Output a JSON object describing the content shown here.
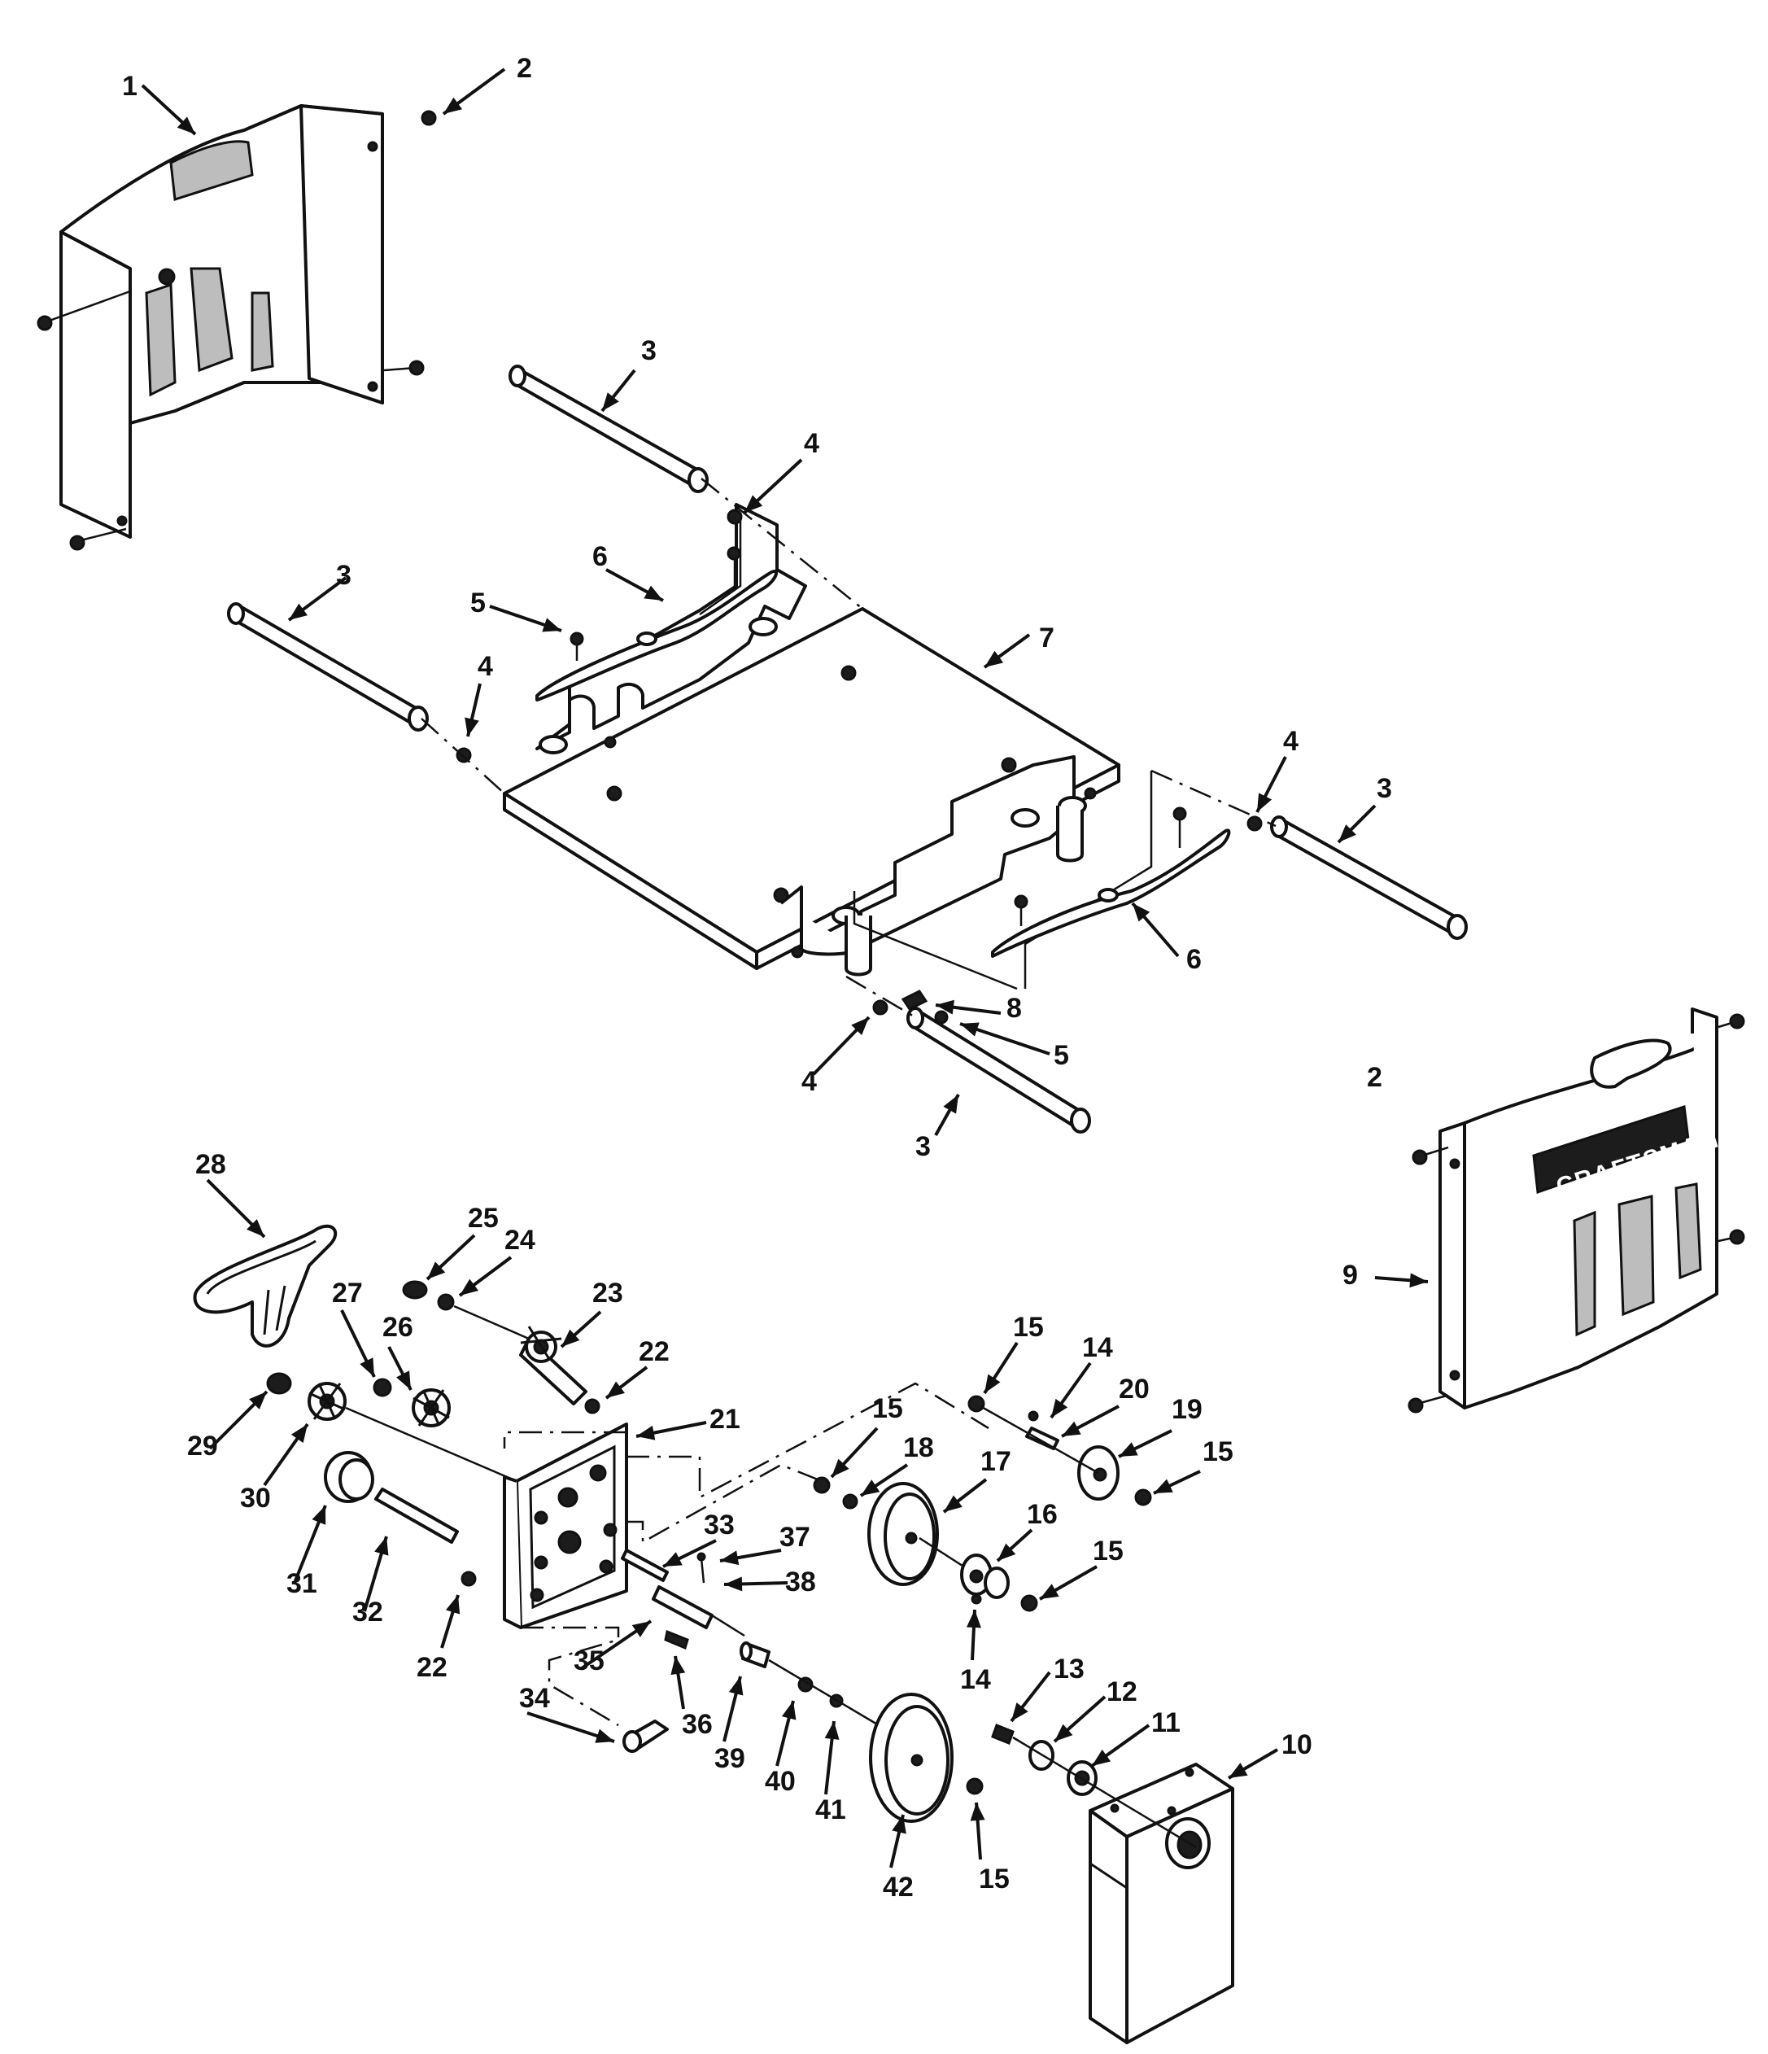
{
  "callouts": {
    "c1": "1",
    "c2a": "2",
    "c2b": "2",
    "c3a": "3",
    "c3b": "3",
    "c3c": "3",
    "c3d": "3",
    "c4a": "4",
    "c4b": "4",
    "c4c": "4",
    "c4d": "4",
    "c5a": "5",
    "c5b": "5",
    "c6a": "6",
    "c6b": "6",
    "c7": "7",
    "c8": "8",
    "c9": "9",
    "c10": "10",
    "c11": "11",
    "c12": "12",
    "c13": "13",
    "c14a": "14",
    "c14b": "14",
    "c15a": "15",
    "c15b": "15",
    "c15c": "15",
    "c15d": "15",
    "c15e": "15",
    "c16": "16",
    "c17": "17",
    "c18": "18",
    "c19": "19",
    "c20": "20",
    "c21": "21",
    "c22a": "22",
    "c22b": "22",
    "c23": "23",
    "c24": "24",
    "c25": "25",
    "c26": "26",
    "c27": "27",
    "c28": "28",
    "c29": "29",
    "c30": "30",
    "c31": "31",
    "c32": "32",
    "c33": "33",
    "c34": "34",
    "c35": "35",
    "c36": "36",
    "c37": "37",
    "c38": "38",
    "c39": "39",
    "c40": "40",
    "c41": "41",
    "c42": "42"
  },
  "brand_plate": {
    "text": "CRAFTSMAN"
  },
  "colors": {
    "ink": "#111111",
    "paper": "#ffffff"
  }
}
